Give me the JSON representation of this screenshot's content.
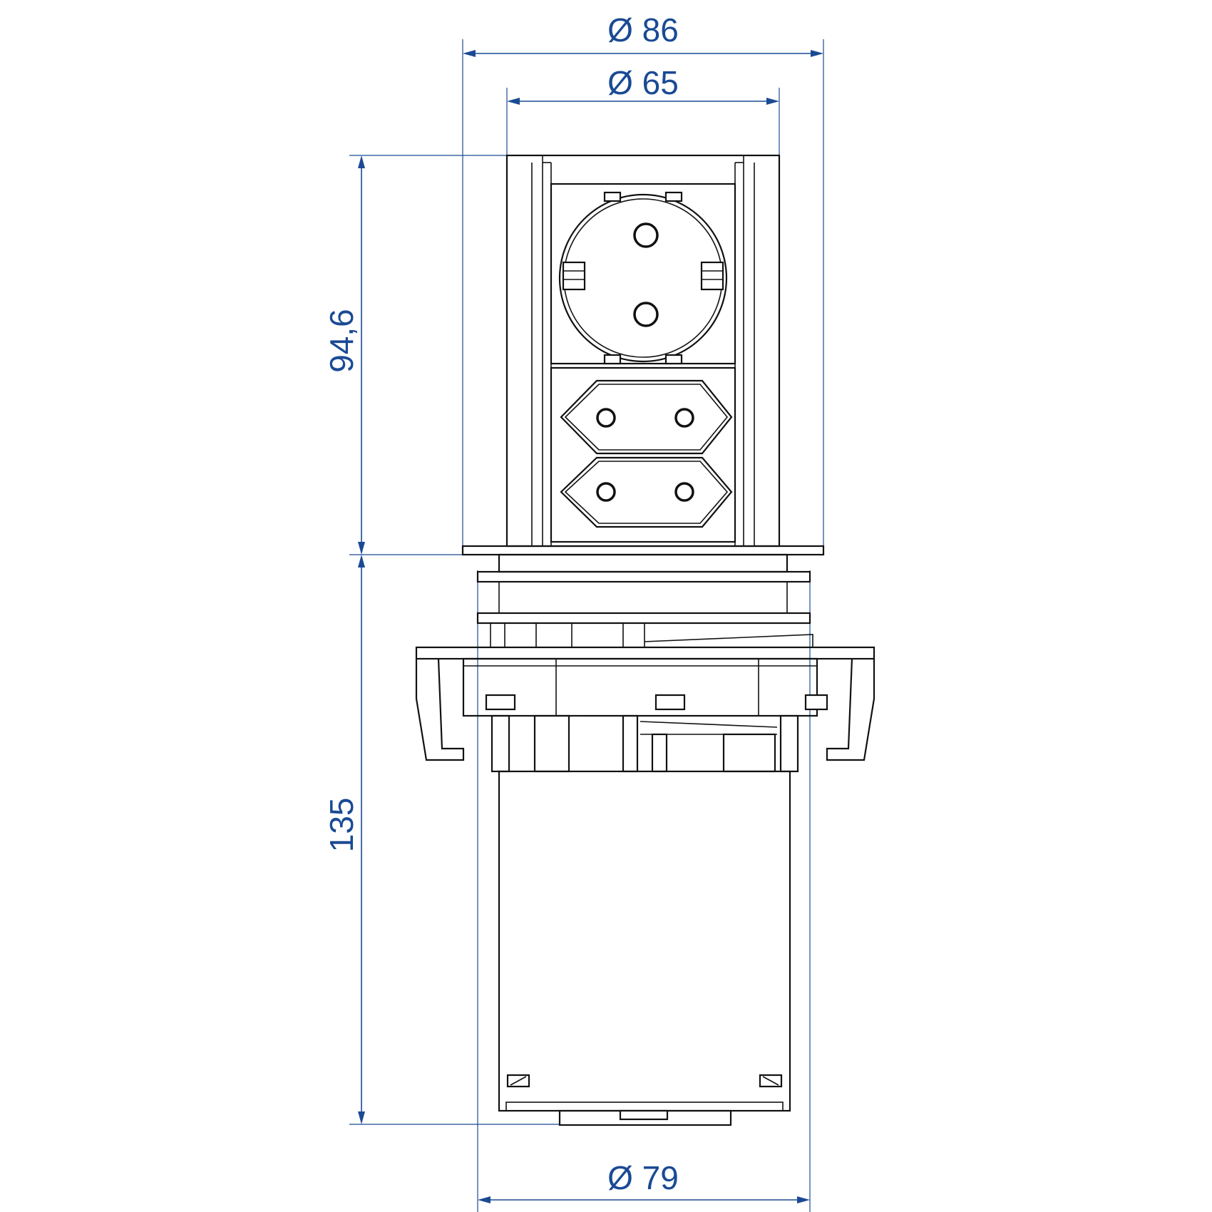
{
  "dimensions": {
    "top_outer_diameter": "Ø 86",
    "top_inner_diameter": "Ø 65",
    "upper_height": "94,6",
    "lower_height": "135",
    "bottom_diameter": "Ø 79"
  },
  "colors": {
    "dimension": "#1a4a94",
    "outline": "#111111",
    "background": "#ffffff"
  }
}
